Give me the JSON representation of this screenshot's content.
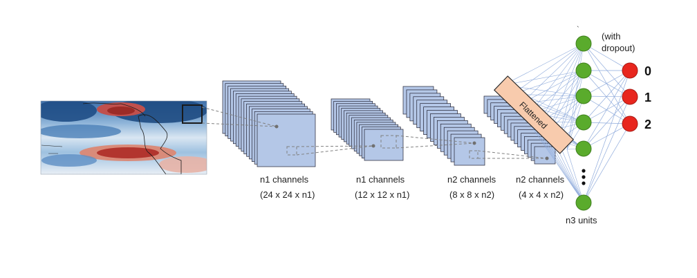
{
  "stages": [
    {
      "title": "n1 channels",
      "dims": "(24 x 24 x n1)"
    },
    {
      "title": "n1 channels",
      "dims": "(12 x 12 x n1)"
    },
    {
      "title": "n2 channels",
      "dims": "(8 x 8 x n2)"
    },
    {
      "title": "n2 channels",
      "dims": "(4 x 4 x n2)"
    }
  ],
  "flatten_label": "Flattened",
  "dense": {
    "dropout_note_line1": "(with",
    "dropout_note_line2": "dropout)",
    "units_label": "n3 units",
    "node_color": "#5aab2c"
  },
  "outputs": {
    "labels": [
      "0",
      "1",
      "2"
    ],
    "node_color": "#e8261e"
  },
  "colors": {
    "feature_map_fill": "#b4c7e7",
    "feature_map_stroke": "#1f1f2f",
    "flatten_fill": "#f8cbad",
    "edge_color": "#8eaadb"
  }
}
